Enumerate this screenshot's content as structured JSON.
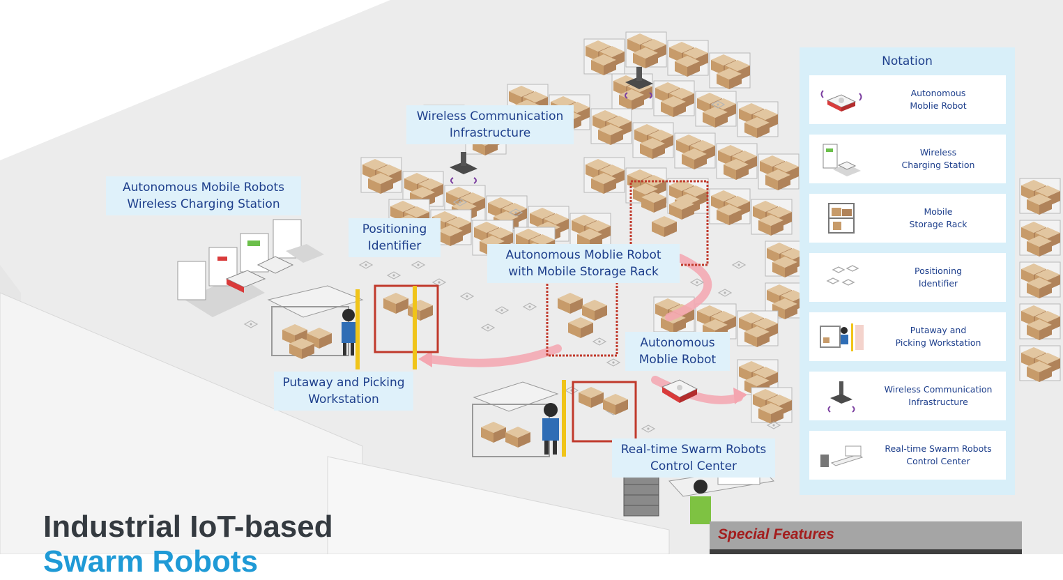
{
  "callouts": {
    "wireless_comm": [
      "Wireless Communication",
      "Infrastructure"
    ],
    "charging_station": [
      "Autonomous Mobile Robots",
      "Wireless Charging Station"
    ],
    "positioning": [
      "Positioning",
      "Identifier"
    ],
    "robot_with_rack": [
      "Autonomous Moblie Robot",
      "with Mobile Storage Rack"
    ],
    "workstation": [
      "Putaway and Picking",
      "Workstation"
    ],
    "robot": [
      "Autonomous",
      "Moblie Robot"
    ],
    "control_center": [
      "Real-time Swarm Robots",
      "Control Center"
    ]
  },
  "notation": {
    "title": "Notation",
    "items": [
      {
        "line1": "Autonomous",
        "line2": "Moblie Robot",
        "icon": "mobile-robot-icon"
      },
      {
        "line1": "Wireless",
        "line2": "Charging Station",
        "icon": "charging-station-icon"
      },
      {
        "line1": "Mobile",
        "line2": "Storage Rack",
        "icon": "storage-rack-icon"
      },
      {
        "line1": "Positioning",
        "line2": "Identifier",
        "icon": "positioning-marker-icon"
      },
      {
        "line1": "Putaway and",
        "line2": "Picking Workstation",
        "icon": "workstation-icon"
      },
      {
        "line1": "Wireless Communication",
        "line2": "Infrastructure",
        "icon": "wireless-access-point-icon"
      },
      {
        "line1": "Real-time Swarm Robots",
        "line2": "Control Center",
        "icon": "control-center-icon"
      }
    ]
  },
  "title": {
    "line1": "Industrial IoT-based",
    "line2": "Swarm Robots"
  },
  "special_features": {
    "label": "Special Features"
  },
  "colors": {
    "callout_bg": "#dff1fa",
    "callout_text": "#1e3f8c",
    "title_dark": "#343a40",
    "title_blue": "#1f9ad6",
    "features_label": "#a31d1d",
    "box_tan": "#c79b6a",
    "rack_red": "#c0392b",
    "path_pink": "#f4a6b0"
  }
}
